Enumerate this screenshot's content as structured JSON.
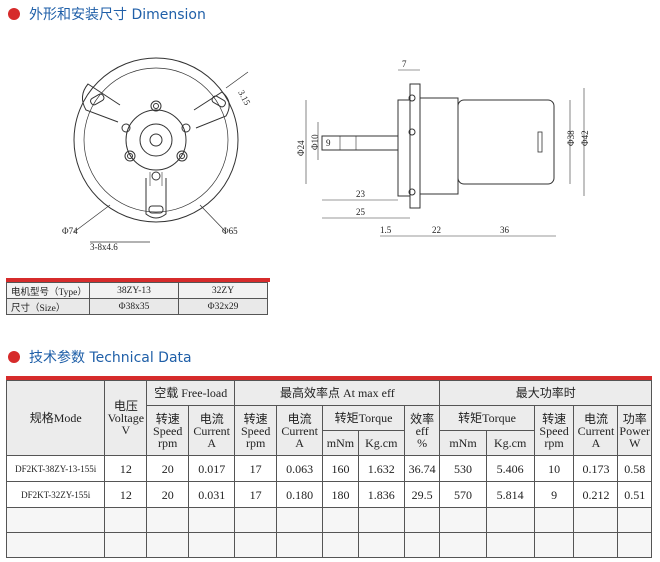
{
  "section_dimension": {
    "title": "外形和安装尺寸 Dimension"
  },
  "drawing_labels": {
    "dia74": "Φ74",
    "dia65": "Φ65",
    "holes": "3-8x4.6",
    "depth315": "3.15",
    "d7": "7",
    "d24": "Φ24",
    "d10": "Φ10",
    "d9": "9",
    "d23": "23",
    "d25": "25",
    "d15": "1.5",
    "d22": "22",
    "d36": "36",
    "d38": "Φ38",
    "d42": "Φ42"
  },
  "size_table": {
    "rows": [
      {
        "label": "电机型号（Type）",
        "v1": "38ZY-13",
        "v2": "32ZY"
      },
      {
        "label": "尺寸（Size）",
        "v1": "Φ38x35",
        "v2": "Φ32x29"
      }
    ]
  },
  "section_tech": {
    "title": "技术参数 Technical Data"
  },
  "tech_table": {
    "model_header": "规格Mode",
    "voltage_header_cn": "电压",
    "voltage_header_en": "Voltage",
    "voltage_unit": "V",
    "free_load": "空载 Free-load",
    "max_eff": "最高效率点 At max eff",
    "max_power": "最大功率时",
    "speed_cn": "转速",
    "speed_en": "Speed",
    "speed_unit": "rpm",
    "current_cn": "电流",
    "current_en": "Current",
    "current_unit": "A",
    "torque": "转矩Torque",
    "torque_unit1": "mNm",
    "torque_unit2": "Kg.cm",
    "eff_cn": "效率",
    "eff_en": "eff",
    "eff_unit": "%",
    "power_cn": "功率",
    "power_en": "Power",
    "power_unit": "W",
    "rows": [
      {
        "model": "DF2KT-38ZY-13-155i",
        "voltage": "12",
        "free_speed": "20",
        "free_current": "0.017",
        "eff_speed": "17",
        "eff_current": "0.063",
        "eff_torque_mnm": "160",
        "eff_torque_kgcm": "1.632",
        "eff": "36.74",
        "mp_torque_mnm": "530",
        "mp_torque_kgcm": "5.406",
        "mp_speed": "10",
        "mp_current": "0.173",
        "mp_power": "0.58"
      },
      {
        "model": "DF2KT-32ZY-155i",
        "voltage": "12",
        "free_speed": "20",
        "free_current": "0.031",
        "eff_speed": "17",
        "eff_current": "0.180",
        "eff_torque_mnm": "180",
        "eff_torque_kgcm": "1.836",
        "eff": "29.5",
        "mp_torque_mnm": "570",
        "mp_torque_kgcm": "5.814",
        "mp_speed": "9",
        "mp_current": "0.212",
        "mp_power": "0.51"
      }
    ]
  }
}
